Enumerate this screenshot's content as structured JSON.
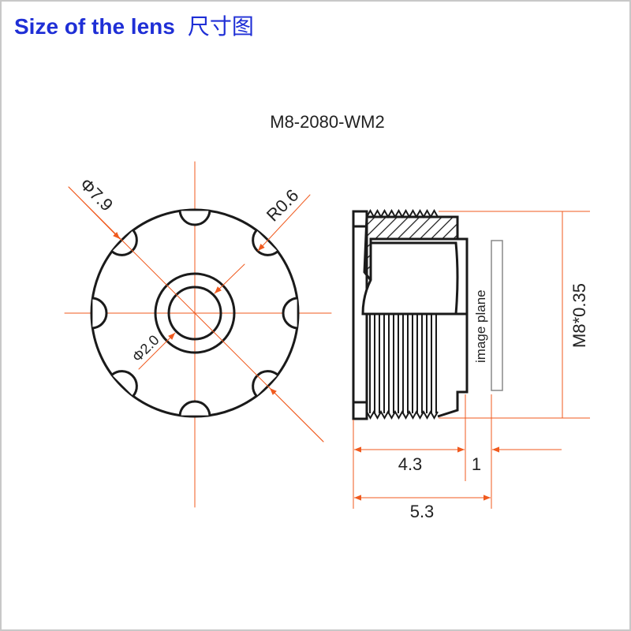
{
  "title": {
    "en": "Size of the lens",
    "cn": "尺寸图"
  },
  "model": "M8-2080-WM2",
  "dimensions": {
    "outer_diameter": "Φ7.9",
    "notch_radius": "R0.6",
    "aperture_diameter": "Φ2.0",
    "thread": "M8*0.35",
    "body_length": "4.3",
    "back_focus": "1",
    "total_length": "5.3"
  },
  "labels": {
    "image_plane": "image plane"
  },
  "colors": {
    "title": "#1f2fd6",
    "dimension_line": "#f05a1e",
    "outline": "#1a1a1a"
  }
}
